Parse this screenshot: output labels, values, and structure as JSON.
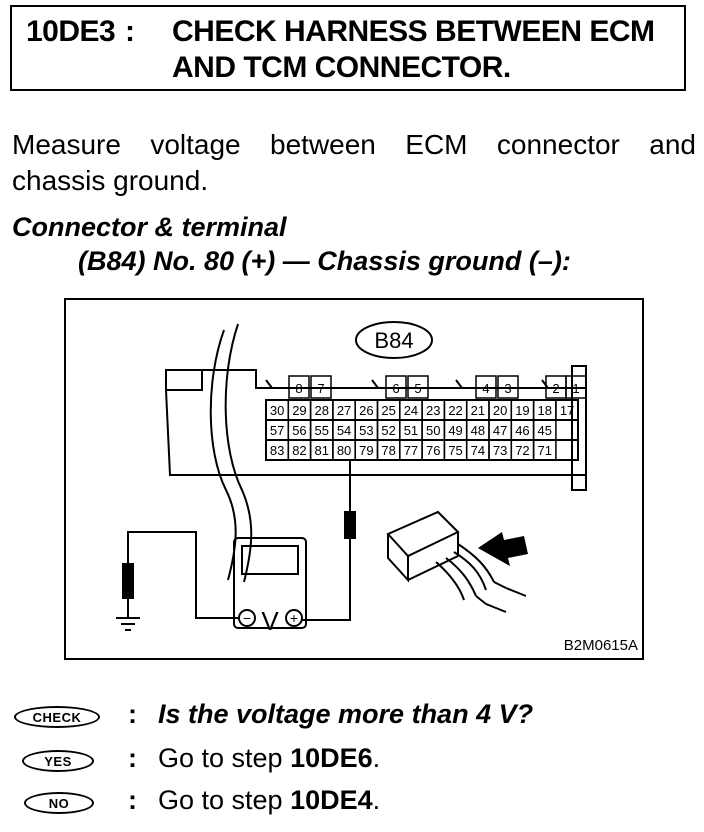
{
  "step": {
    "id": "10DE3",
    "colon": ":",
    "title_line1": "CHECK HARNESS BETWEEN ECM",
    "title_line2": "AND TCM CONNECTOR."
  },
  "instruction": {
    "line1_words": [
      "Measure",
      "voltage",
      "between",
      "ECM",
      "connector",
      "and"
    ],
    "line2": "chassis ground."
  },
  "connector_terminal": {
    "heading": "Connector & terminal",
    "detail": "(B84) No. 80 (+) — Chassis ground (–):"
  },
  "figure": {
    "connector_label": "B84",
    "figure_code": "B2M0615A",
    "top_pins": [
      "8",
      "7",
      "6",
      "5",
      "4",
      "3",
      "2",
      "1"
    ],
    "row1": [
      "30",
      "29",
      "28",
      "27",
      "26",
      "25",
      "24",
      "23",
      "22",
      "21",
      "20",
      "19",
      "18",
      "17"
    ],
    "row2": [
      "57",
      "56",
      "55",
      "54",
      "53",
      "52",
      "51",
      "50",
      "49",
      "48",
      "47",
      "46",
      "45"
    ],
    "row3": [
      "83",
      "82",
      "81",
      "80",
      "79",
      "78",
      "77",
      "76",
      "75",
      "74",
      "73",
      "72",
      "71"
    ],
    "meter_symbol": "V",
    "meter_minus": "−",
    "meter_plus": "+"
  },
  "results": {
    "check_label": "CHECK",
    "check_colon": ":",
    "check_question": "Is the voltage more than 4 V?",
    "yes_label": "YES",
    "yes_colon": ":",
    "yes_prefix": "Go to step ",
    "yes_step": "10DE6",
    "yes_suffix": ".",
    "no_label": "NO",
    "no_colon": ":",
    "no_prefix": "Go to step ",
    "no_step": "10DE4",
    "no_suffix": "."
  }
}
